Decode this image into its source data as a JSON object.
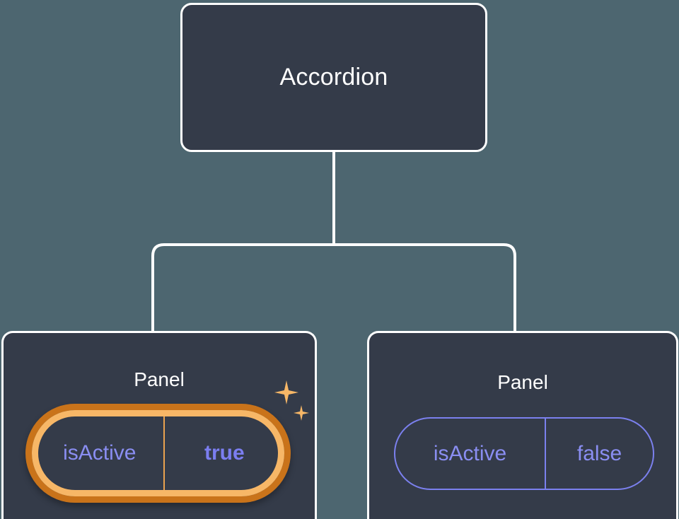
{
  "diagram": {
    "type": "component-tree",
    "background_color": "#4d6670",
    "node_fill_color": "#343b49",
    "node_border_color": "#ffffff",
    "connector_color": "#ffffff",
    "highlight_outer_color": "#c9731a",
    "highlight_inner_color": "#f7b767",
    "pill_default_color": "#7b80ee",
    "pill_text_color": "#8a8ef2",
    "sparkle_color": "#f7b767"
  },
  "root": {
    "label": "Accordion"
  },
  "panels": [
    {
      "label": "Panel",
      "prop": {
        "key": "isActive",
        "value": "true"
      },
      "highlighted": true,
      "sparkles": [
        "sparkle-large",
        "sparkle-small"
      ]
    },
    {
      "label": "Panel",
      "prop": {
        "key": "isActive",
        "value": "false"
      },
      "highlighted": false,
      "sparkles": []
    }
  ]
}
